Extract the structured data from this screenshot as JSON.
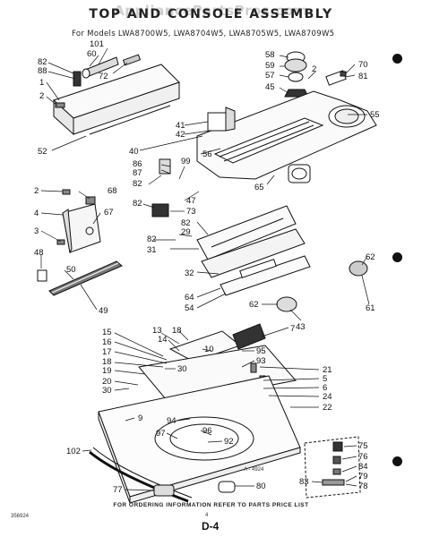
{
  "watermark": "AppliancePartsPros.com",
  "title": "TOP AND CONSOLE ASSEMBLY",
  "subtitle": "For Models LWA8700W5, LWA8704W5, LWA8705W5, LWA8709W5",
  "footer_note": "FOR ORDERING INFORMATION REFER TO PARTS PRICE LIST",
  "diagram_id": "A - 4924",
  "page_number": "D-4",
  "page_number_small": "4",
  "doc_code": "356924",
  "callouts": [
    "101",
    "60",
    "72",
    "82",
    "88",
    "1",
    "2",
    "52",
    "58",
    "59",
    "57",
    "45",
    "2",
    "70",
    "81",
    "55",
    "41",
    "42",
    "40",
    "56",
    "86",
    "87",
    "99",
    "82",
    "68",
    "2",
    "4",
    "67",
    "82",
    "73",
    "47",
    "65",
    "3",
    "48",
    "50",
    "49",
    "82",
    "29",
    "31",
    "82",
    "62",
    "32",
    "64",
    "54",
    "62",
    "43",
    "61",
    "7",
    "13",
    "14",
    "18",
    "15",
    "16",
    "17",
    "10",
    "18",
    "30",
    "19",
    "20",
    "30",
    "95",
    "93",
    "21",
    "5",
    "6",
    "24",
    "22",
    "9",
    "94",
    "96",
    "97",
    "92",
    "102",
    "77",
    "80",
    "75",
    "76",
    "84",
    "79",
    "78",
    "83"
  ]
}
